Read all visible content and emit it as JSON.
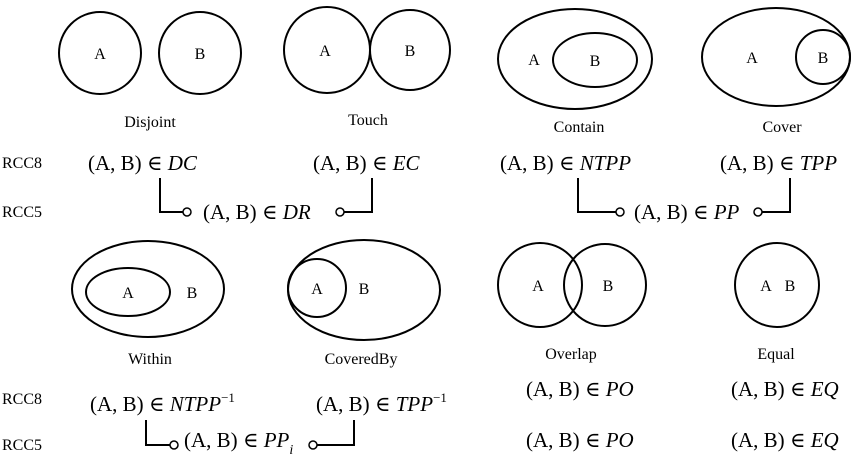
{
  "labels": {
    "a": "A",
    "b": "B",
    "rcc8": "RCC8",
    "rcc5": "RCC5"
  },
  "relations": {
    "disjoint": "Disjoint",
    "touch": "Touch",
    "contain": "Contain",
    "cover": "Cover",
    "within": "Within",
    "coveredby": "CoveredBy",
    "overlap": "Overlap",
    "equal": "Equal"
  },
  "prefix": "(A, B) ∈ ",
  "inverse_sup": "−1",
  "rcc8": {
    "dc": "DC",
    "ec": "EC",
    "ntpp": "NTPP",
    "tpp": "TPP",
    "ntppi": "NTPP",
    "tppi": "TPP",
    "po": "PO",
    "eq": "EQ"
  },
  "rcc5": {
    "dr": "DR",
    "pp": "PP",
    "ppi": "PP",
    "ppi_sub": "i",
    "po": "PO",
    "eq": "EQ"
  }
}
